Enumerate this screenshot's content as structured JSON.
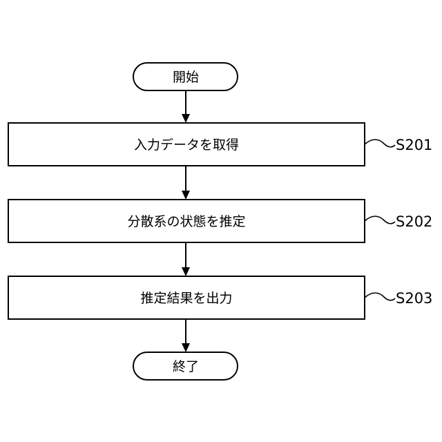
{
  "flowchart": {
    "start": {
      "label": "開始"
    },
    "steps": [
      {
        "label": "入力データを取得",
        "step_id": "S201"
      },
      {
        "label": "分散系の状態を推定",
        "step_id": "S202"
      },
      {
        "label": "推定結果を出力",
        "step_id": "S203"
      }
    ],
    "end": {
      "label": "終了"
    }
  }
}
